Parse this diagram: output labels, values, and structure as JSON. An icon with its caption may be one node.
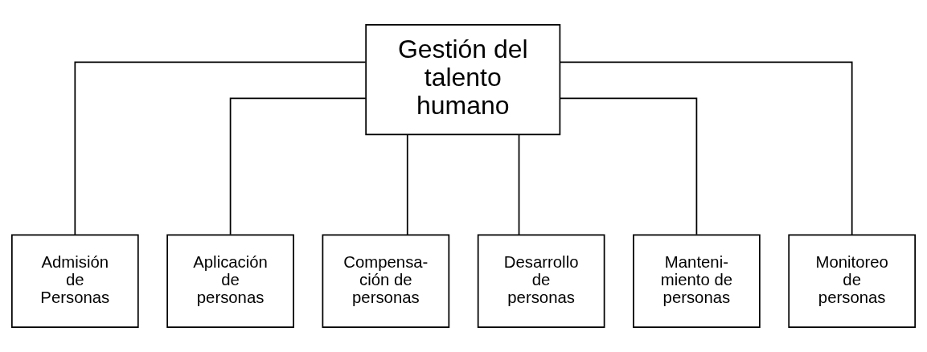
{
  "diagram": {
    "nodes": [
      {
        "text": [
          "Gestión del talento humano"
        ]
      },
      {
        "text": [
          "Admisión de Personas"
        ]
      },
      {
        "text": [
          "Aplicación de personas"
        ]
      },
      {
        "text": [
          "Compensa- ción de personas"
        ]
      },
      {
        "text": [
          "Desarrollo de personas"
        ]
      },
      {
        "text": [
          "Manteni- miento de personas"
        ]
      },
      {
        "text": [
          "Monitoreo de personas"
        ]
      }
    ],
    "edges": [
      {
        "from": 0,
        "to": 1,
        "arrow": "none"
      },
      {
        "from": 0,
        "to": 2,
        "arrow": "none"
      },
      {
        "from": 0,
        "to": 3,
        "arrow": "none"
      },
      {
        "from": 0,
        "to": 4,
        "arrow": "none"
      },
      {
        "from": 0,
        "to": 5,
        "arrow": "none"
      },
      {
        "from": 0,
        "to": 6,
        "arrow": "none"
      }
    ]
  }
}
